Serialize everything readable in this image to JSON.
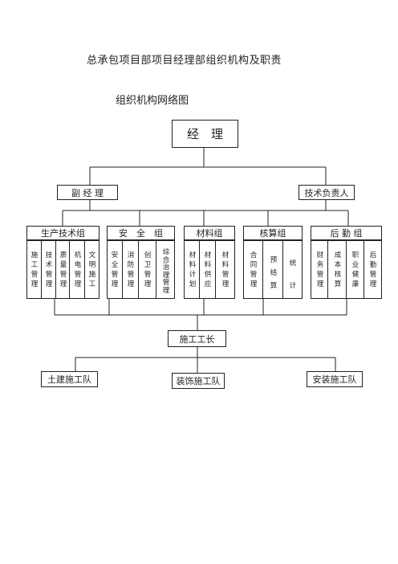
{
  "title": "总承包项目部项目经理部组织机构及职责",
  "subtitle": "组织机构网络图",
  "manager": "经　理",
  "deputy_manager": "副 经 理",
  "tech_lead": "技术负责人",
  "departments": [
    {
      "name": "生产技术组",
      "items": [
        "施工管理",
        "技术管理",
        "质量管理",
        "机电管理",
        "文明施工"
      ]
    },
    {
      "name": "安　全　组",
      "items": [
        "安全管理",
        "消防管理",
        "创卫管理",
        "综合治理管理"
      ]
    },
    {
      "name": "材料组",
      "items": [
        "材料计划",
        "材料供应",
        "材料管理"
      ]
    },
    {
      "name": "核算组",
      "items": [
        "合同管理",
        "预结算",
        "统计"
      ]
    },
    {
      "name": "后 勤 组",
      "items": [
        "财务管理",
        "成本核算",
        "职业健康",
        "后勤管理"
      ]
    }
  ],
  "foreman": "施工工长",
  "teams": [
    "土建施工队",
    "装饰施工队",
    "安装施工队"
  ]
}
